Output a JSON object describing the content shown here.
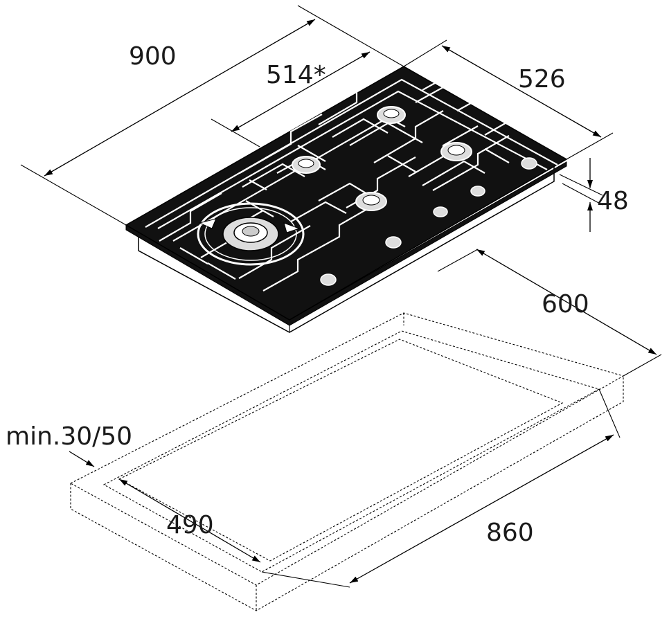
{
  "diagram": {
    "labels": {
      "overall_width": "900",
      "front_depth_note": "514*",
      "depth": "526",
      "height": "48",
      "clearance_depth": "600",
      "min_distance": "min.30/50",
      "cutout_depth": "490",
      "cutout_width": "860"
    },
    "colors": {
      "hob_glass": "#111111",
      "hob_frame": "#ffffff",
      "line": "#000000",
      "text": "#1a1a1a"
    }
  }
}
